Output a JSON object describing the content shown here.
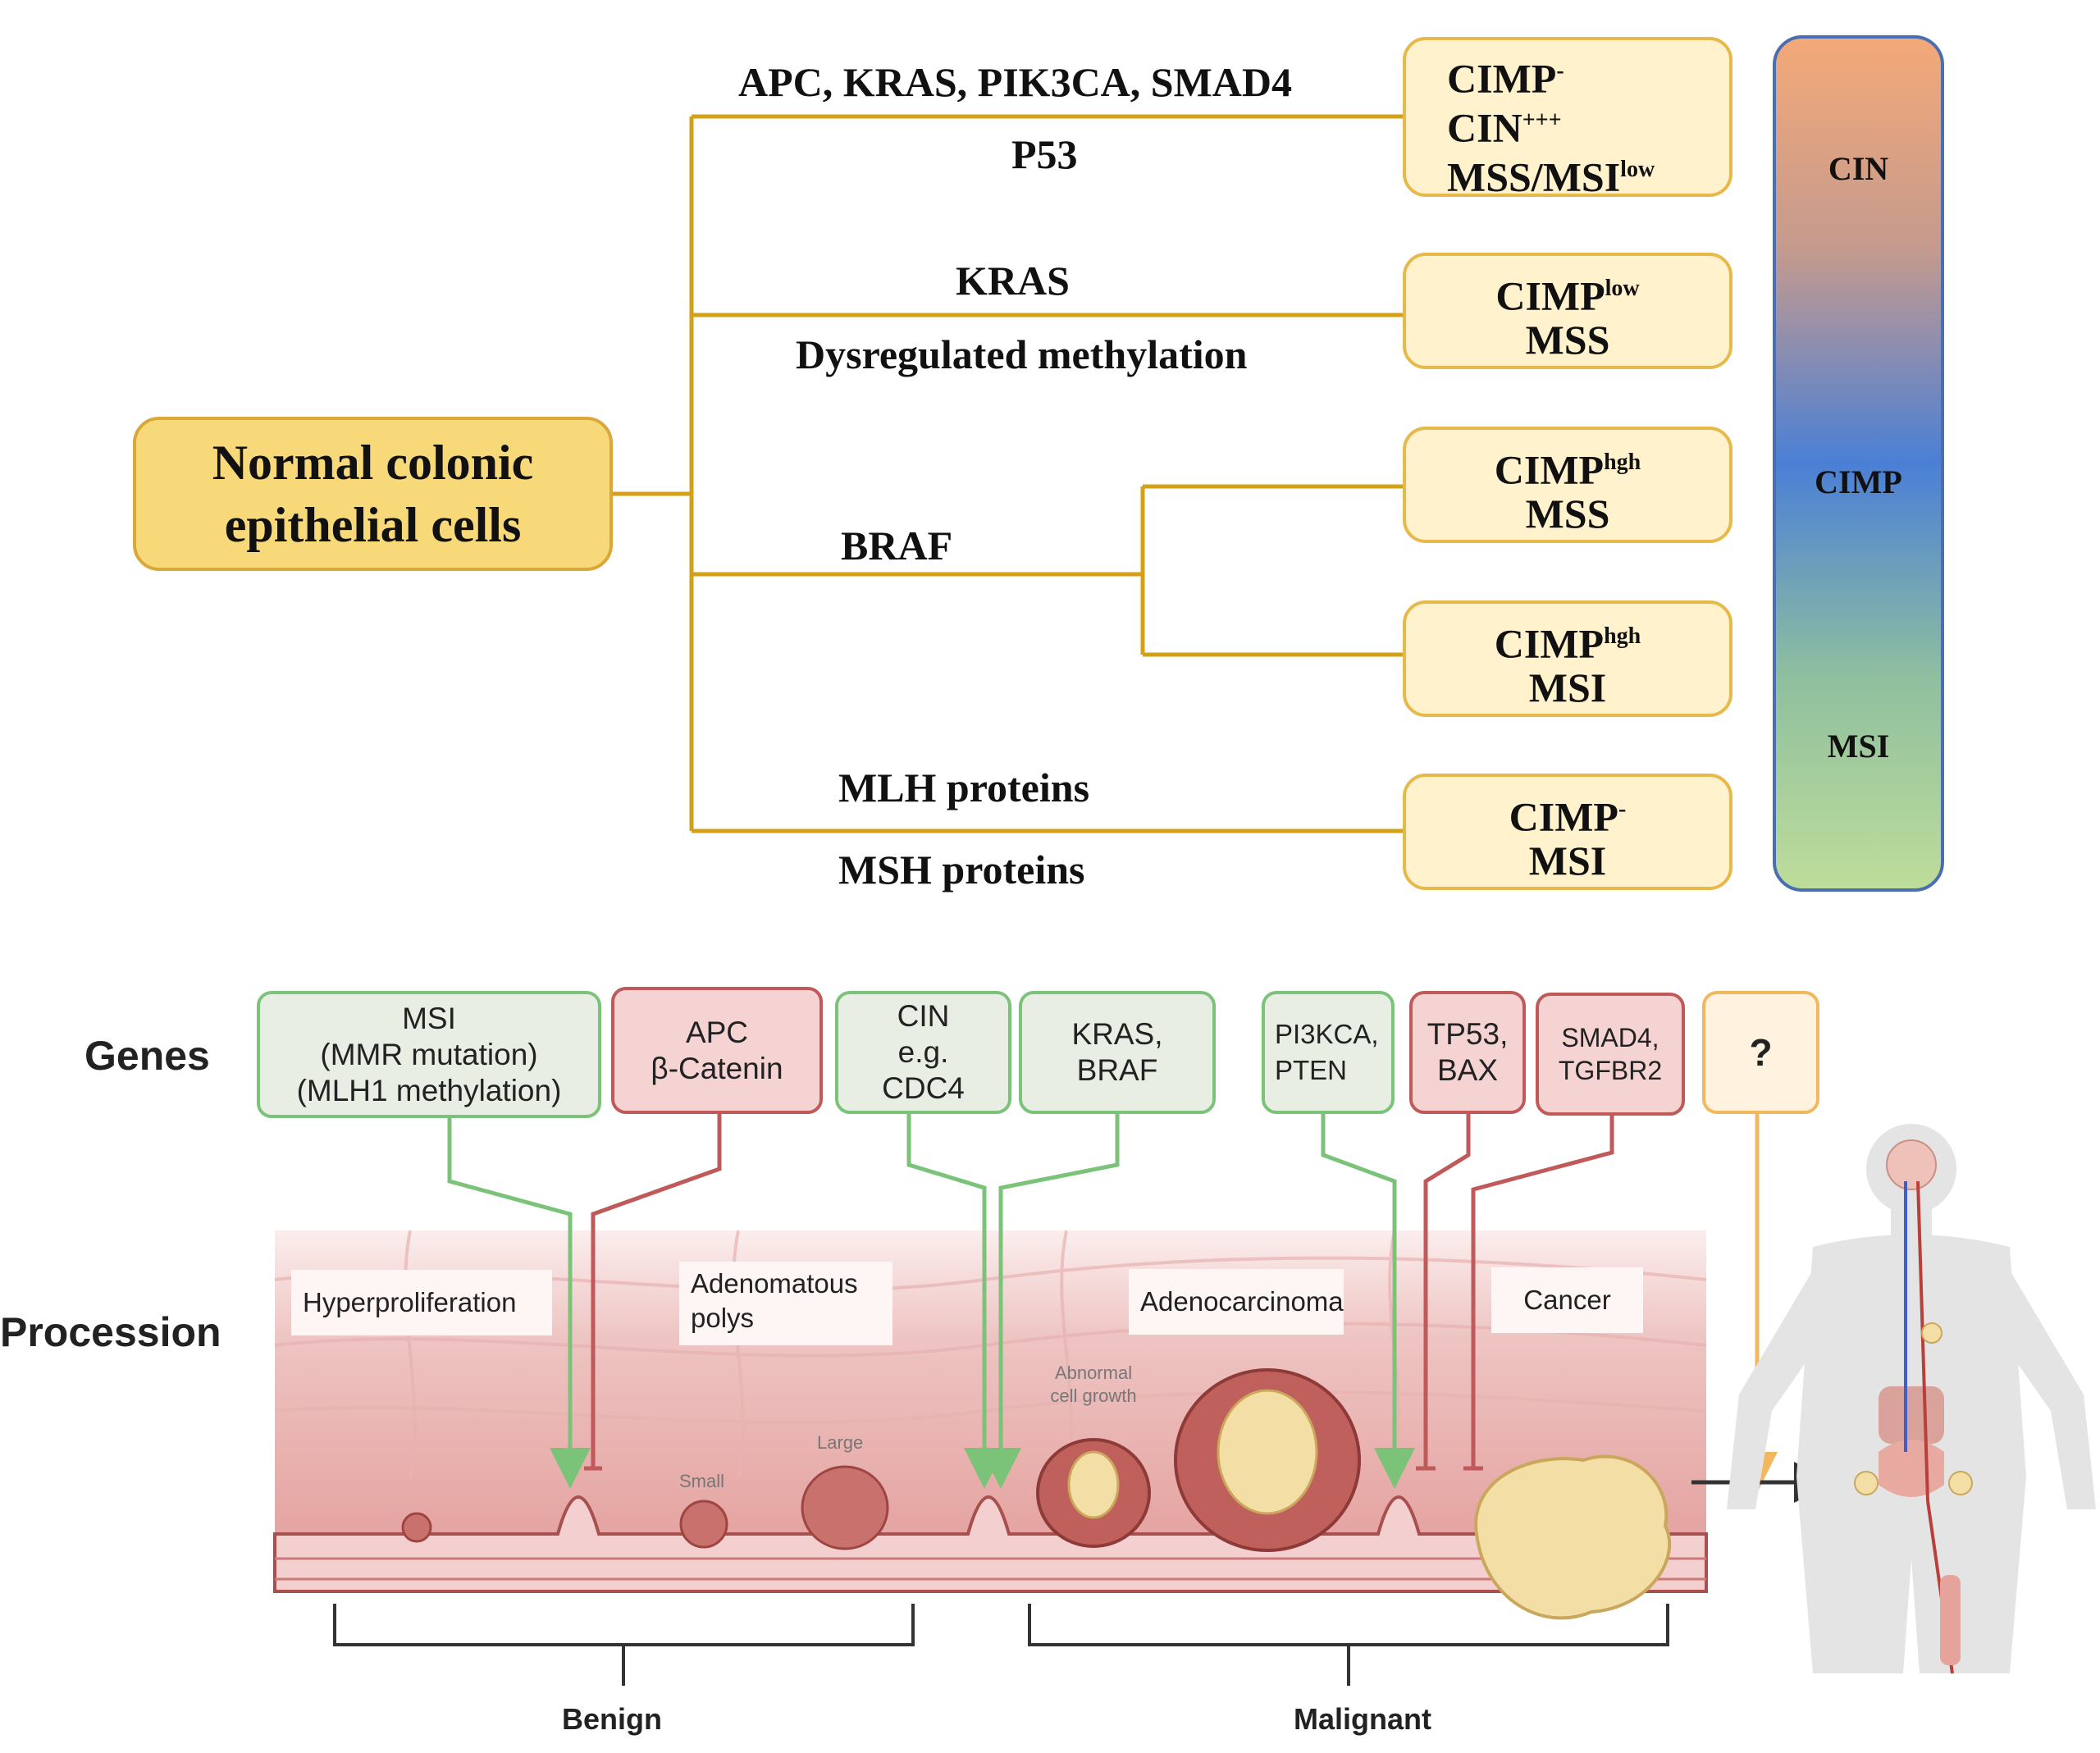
{
  "top": {
    "origin": {
      "line1": "Normal colonic",
      "line2": "epithelial cells"
    },
    "branches": [
      {
        "above": "APC, KRAS, PIK3CA, SMAD4",
        "below": "P53"
      },
      {
        "above": "KRAS",
        "below": "Dysregulated methylation"
      },
      {
        "label": "BRAF"
      },
      {
        "above": "MLH proteins",
        "below": "MSH proteins"
      }
    ],
    "outcomes": [
      {
        "lines": [
          {
            "base": "CIMP",
            "sup": "-"
          },
          {
            "base": "CIN",
            "sup": "+++"
          },
          {
            "base": "MSS/MSI",
            "sup": "low"
          }
        ]
      },
      {
        "lines": [
          {
            "base": "CIMP",
            "sup": "low"
          },
          {
            "base": "MSS",
            "sup": ""
          }
        ]
      },
      {
        "lines": [
          {
            "base": "CIMP",
            "sup": "hgh"
          },
          {
            "base": "MSS",
            "sup": ""
          }
        ]
      },
      {
        "lines": [
          {
            "base": "CIMP",
            "sup": "hgh"
          },
          {
            "base": "MSI",
            "sup": ""
          }
        ]
      },
      {
        "lines": [
          {
            "base": "CIMP",
            "sup": "-"
          },
          {
            "base": "MSI",
            "sup": ""
          }
        ]
      }
    ],
    "gradient_bar": {
      "labels": [
        "CIN",
        "CIMP",
        "MSI"
      ],
      "colors": [
        "#f4a978",
        "#4a7fd6",
        "#bedd9a"
      ]
    }
  },
  "bottom": {
    "row_labels": {
      "genes": "Genes",
      "procession": "Procession"
    },
    "gene_boxes": [
      {
        "lines": [
          "MSI",
          "(MMR mutation)",
          "(MLH1 methylation)"
        ],
        "kind": "promote"
      },
      {
        "lines": [
          "APC",
          "β-Catenin"
        ],
        "kind": "inhibit"
      },
      {
        "lines": [
          "CIN",
          "e.g.",
          "CDC4"
        ],
        "kind": "promote"
      },
      {
        "lines": [
          "KRAS,",
          "BRAF"
        ],
        "kind": "promote"
      },
      {
        "lines": [
          "PI3KCA,",
          "PTEN"
        ],
        "kind": "promote"
      },
      {
        "lines": [
          "TP53,",
          "BAX"
        ],
        "kind": "inhibit"
      },
      {
        "lines": [
          "SMAD4,",
          "TGFBR2"
        ],
        "kind": "inhibit"
      },
      {
        "lines": [
          "?"
        ],
        "kind": "unknown"
      }
    ],
    "stages": [
      "Hyperproliferation",
      "Adenomatous polys",
      "Adenocarcinoma",
      "Cancer"
    ],
    "tissue_labels": {
      "small": "Small",
      "large": "Large",
      "abnormal": "Abnormal cell growth"
    },
    "brackets": {
      "benign": "Benign",
      "malignant": "Malignant"
    },
    "colors": {
      "promote": "#7cc37a",
      "inhibit": "#c05a5a",
      "unknown": "#f2b860",
      "branch": "#d4a017"
    }
  }
}
